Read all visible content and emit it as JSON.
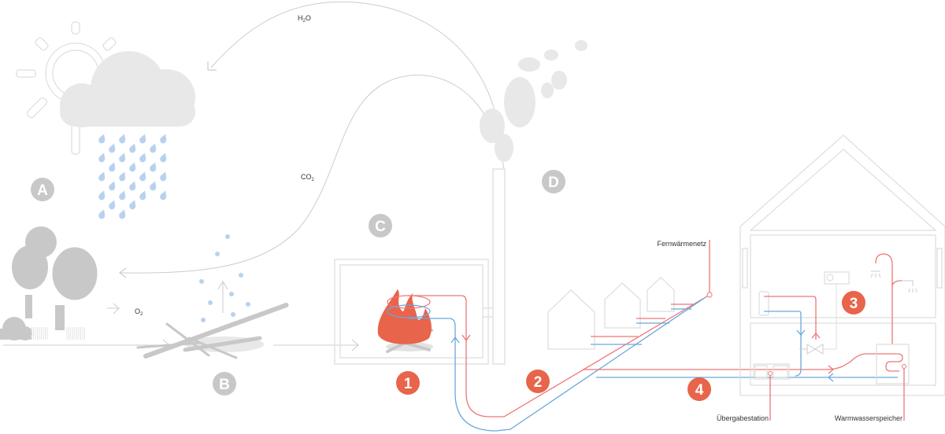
{
  "title": "Fernwärme Kreislauf",
  "colors": {
    "accent": "#E8644A",
    "stage": "#c8c8c8",
    "hot": "#ee7676",
    "cold": "#6aa8dc",
    "drop": "#b8d2ee"
  },
  "labels": {
    "h2o": {
      "main": "H",
      "sub": "2",
      "tail": "O"
    },
    "co2": {
      "main": "CO",
      "sub": "2"
    },
    "o2": {
      "main": "O",
      "sub": "2"
    },
    "fernwaermenetz": "Fernwärmenetz",
    "uebergabestation": "Übergabestation",
    "warmwasserspeicher": "Warmwasserspeicher"
  },
  "stages": [
    "A",
    "B",
    "C",
    "D"
  ],
  "steps": [
    "1",
    "2",
    "3",
    "4"
  ]
}
